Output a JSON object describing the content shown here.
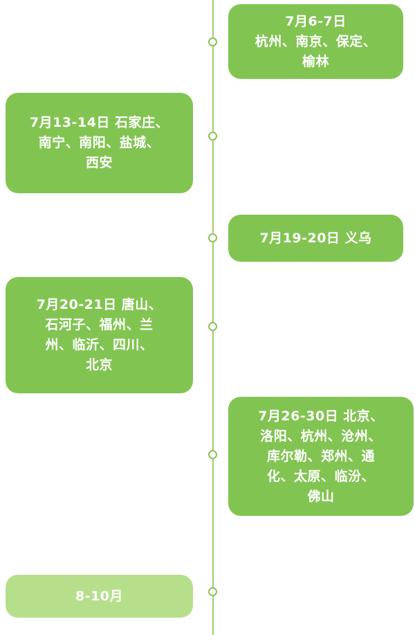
{
  "colors": {
    "card": "#82c452",
    "card_light": "#b6df8b",
    "line": "#9fcf6a",
    "node_border": "#8cc257",
    "text": "#ffffff"
  },
  "events": [
    {
      "text": "7月6-7日\n杭州、南京、保定、\n榆林"
    },
    {
      "text": "7月13-14日 石家庄、\n南宁、南阳、盐城、\n西安"
    },
    {
      "text": "7月19-20日 义乌"
    },
    {
      "text": "7月20-21日 唐山、\n石河子、福州、兰\n州、临沂、四川、\n北京"
    },
    {
      "text": "7月26-30日 北京、\n洛阳、杭州、沧州、\n库尔勒、郑州、通\n化、太原、临汾、\n佛山"
    },
    {
      "text": "8-10月"
    }
  ]
}
